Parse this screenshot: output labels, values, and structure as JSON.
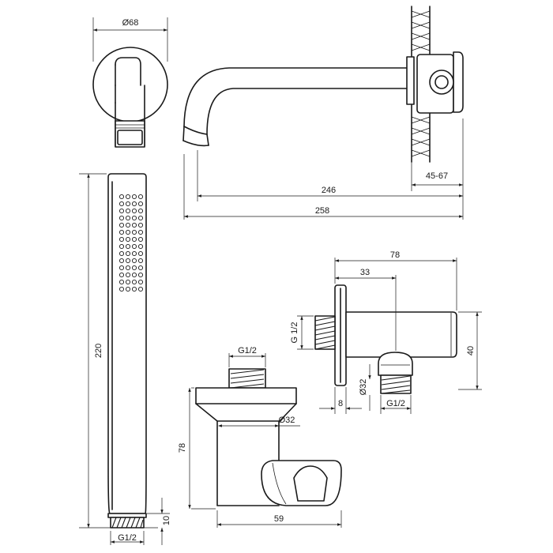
{
  "palette": {
    "line": "#1a1a1a",
    "background": "#ffffff"
  },
  "labels": {
    "flange_diameter": "Ø68",
    "spout_depth_246": "246",
    "spout_depth_258": "258",
    "wall_range": "45-67",
    "handshower_length": "220",
    "handshower_thread": "G1/2",
    "handshower_thread_height": "10",
    "elbow_width": "78",
    "elbow_outlet_offset": "33",
    "elbow_inlet_thread": "G 1/2",
    "elbow_height": "40",
    "elbow_outlet_diameter": "Ø32",
    "elbow_plate_thickness": "8",
    "elbow_outlet_thread": "G1/2",
    "holder_thread": "G1/2",
    "holder_body_diameter": "Ø32",
    "holder_height": "78",
    "holder_width": "59"
  }
}
